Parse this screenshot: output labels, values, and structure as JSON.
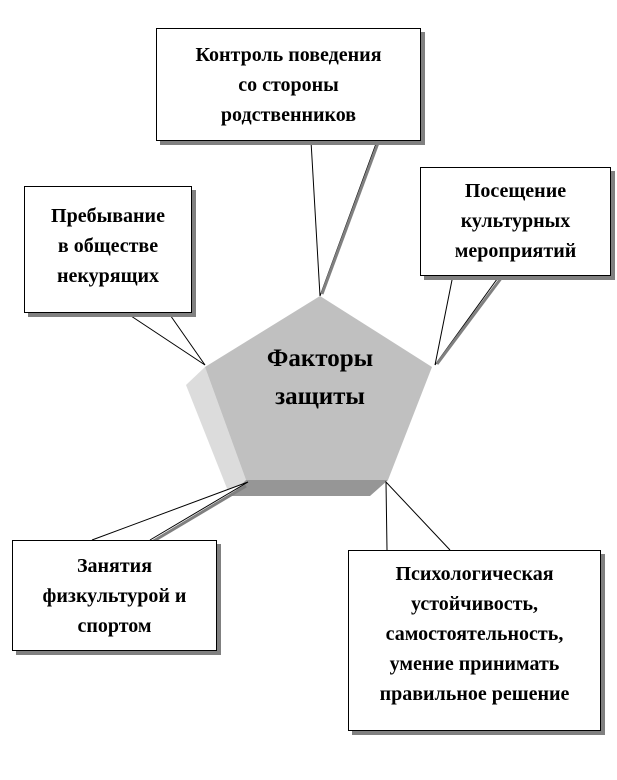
{
  "center": {
    "label": "Факторы\nзащиты"
  },
  "factors": [
    {
      "id": "family-control",
      "label": "Контроль поведения\nсо стороны\nродственников"
    },
    {
      "id": "non-smokers",
      "label": "Пребывание\nв обществе\nнекурящих"
    },
    {
      "id": "culture",
      "label": "Посещение\nкультурных\nмероприятий"
    },
    {
      "id": "sport",
      "label": "Занятия\nфизкультурой и\nспортом"
    },
    {
      "id": "psychology",
      "label": "Психологическая\nустойчивость,\nсамостоятельность,\nумение принимать\nправильное решение"
    }
  ],
  "colors": {
    "pentagon": "#c0c0c0",
    "side": "#dcdcdc",
    "bottom": "#969696",
    "shadow": "#808080"
  }
}
